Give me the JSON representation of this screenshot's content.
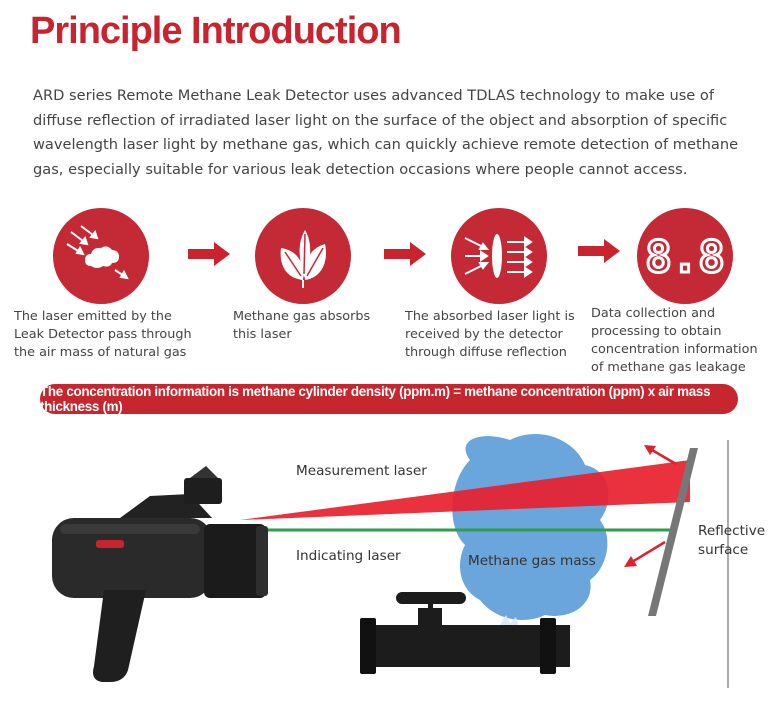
{
  "page": {
    "title": "Principle Introduction",
    "intro": "ARD series Remote Methane Leak Detector uses advanced TDLAS technology to make use of diffuse reflection of irradiated laser light on the surface of the object and absorption of specific wavelength laser light by methane gas, which can quickly achieve remote detection of methane gas, especially suitable for various leak detection occasions where people cannot access."
  },
  "steps": [
    {
      "icon": "laser-through-gas-icon",
      "caption": "The laser emitted by the Leak Detector pass through the air mass of natural gas"
    },
    {
      "icon": "leaf-icon",
      "caption": "Methane gas absorbs this laser"
    },
    {
      "icon": "lens-receiver-icon",
      "caption": "The absorbed laser light is received by the detector through diffuse reflection"
    },
    {
      "icon": "digital-display-icon",
      "display_text": "8.8",
      "caption": "Data collection and processing to obtain concentration information of methane gas leakage"
    }
  ],
  "formula": "The concentration information is methane cylinder density (ppm.m) = methane concentration (ppm) x air mass thickness (m)",
  "diagram": {
    "measurement_laser": "Measurement laser",
    "indicating_laser": "Indicating laser",
    "gas_mass": "Methane gas mass",
    "reflective_surface": "Reflective surface"
  },
  "colors": {
    "brand_red": "#c8232f",
    "laser_red": "#e8202e",
    "indicating_green": "#2e9e4a",
    "gas_blue": "#6aa6dc"
  }
}
